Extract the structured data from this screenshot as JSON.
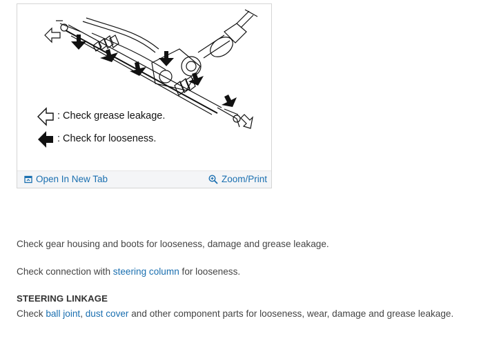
{
  "figure": {
    "legend": {
      "outline_arrow_text": ": Check grease leakage.",
      "filled_arrow_text": ": Check for looseness."
    },
    "open_new_tab_label": "Open In New Tab",
    "zoom_print_label": "Zoom/Print"
  },
  "content": {
    "para1": "Check gear housing and boots for looseness, damage and grease leakage.",
    "para2": {
      "before": "Check connection with ",
      "link": "steering column",
      "after": " for looseness."
    },
    "heading": "STEERING LINKAGE",
    "para3": {
      "before": "Check ",
      "link1": "ball joint",
      "sep": ", ",
      "link2": "dust cover",
      "after": " and other component parts for looseness, wear, damage and grease leakage."
    }
  },
  "colors": {
    "link": "#1a6fb0",
    "body_text": "#444444",
    "footer_bg": "#f4f5f7",
    "card_border": "#d4d4d4"
  }
}
